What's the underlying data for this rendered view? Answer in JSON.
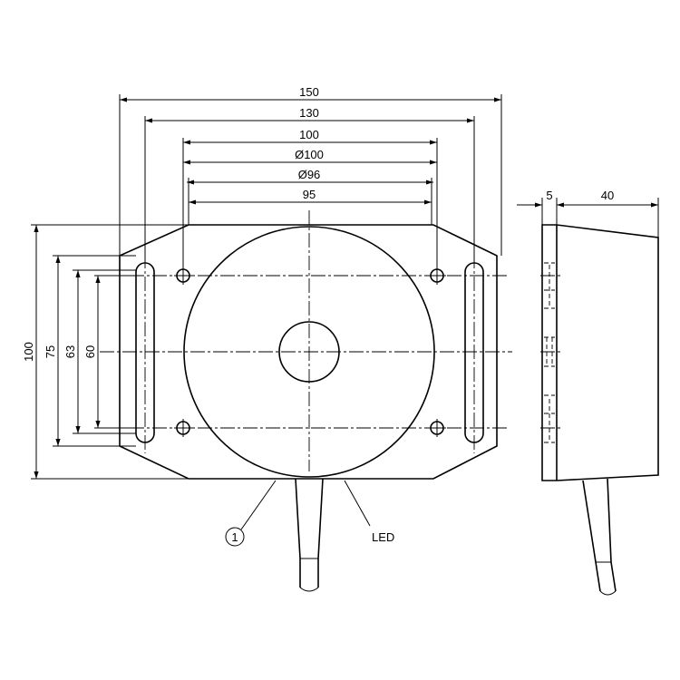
{
  "front_view": {
    "dimensions": {
      "width_150": "150",
      "width_130": "130",
      "width_100": "100",
      "dia_100": "Ø100",
      "dia_96": "Ø96",
      "width_95": "95",
      "height_100": "100",
      "height_75": "75",
      "height_63": "63",
      "height_60": "60"
    },
    "callouts": {
      "item_1": "1",
      "led": "LED"
    }
  },
  "side_view": {
    "dimensions": {
      "depth_5": "5",
      "depth_40": "40"
    }
  }
}
